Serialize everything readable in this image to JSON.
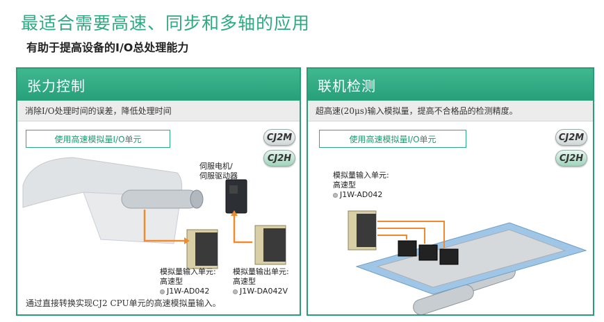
{
  "title": "最适合需要高速、同步和多轴的应用",
  "subtitle": "有助于提高设备的I/O总处理能力",
  "colors": {
    "accent": "#2bab82",
    "header": "#27a07a",
    "arrow": "#f08a2c"
  },
  "left_panel": {
    "heading": "张力控制",
    "description": "消除I/O处理时间的误差，降低处理时间",
    "feature": "使用高速模拟量I/O单元",
    "badges": [
      "CJ2M",
      "CJ2H"
    ],
    "servo_label": [
      "伺服电机/",
      "伺服驱动器"
    ],
    "input_unit": {
      "line1": "模拟量输入单元:",
      "line2": "高速型",
      "model": "J1W-AD042"
    },
    "output_unit": {
      "line1": "模拟量输出单元:",
      "line2": "高速型",
      "model": "J1W-DA042V"
    },
    "note": "通过直接转换实现CJ2 CPU单元的高速模拟量输入。"
  },
  "right_panel": {
    "heading": "联机检测",
    "description": "超高速(20μs)输入模拟量，提高不合格品的检测精度。",
    "feature": "使用高速模拟量I/O单元",
    "badges": [
      "CJ2M",
      "CJ2H"
    ],
    "input_unit": {
      "line1": "模拟量输入单元:",
      "line2": "高速型",
      "model": "J1W-AD042"
    }
  }
}
